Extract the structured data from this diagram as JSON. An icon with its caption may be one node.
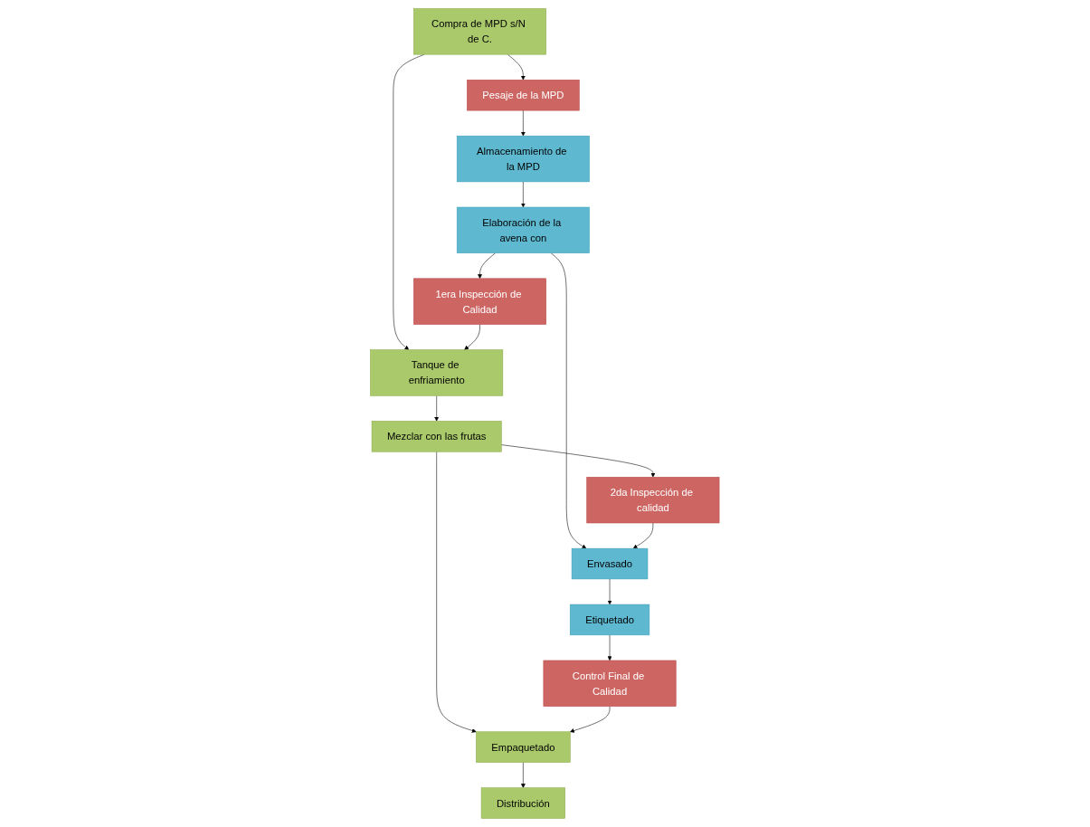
{
  "diagram": {
    "nodes": [
      {
        "text": [
          "Compra de MPD s/N de C."
        ]
      },
      {
        "text": [
          "Pesaje de la MPD"
        ]
      },
      {
        "text": [
          "Almacenamiento de la MPD"
        ]
      },
      {
        "text": [
          "Tanque de enfriamiento"
        ]
      },
      {
        "text": [
          "1era Inspección de Calidad"
        ]
      },
      {
        "text": [
          "Elaboración de la avena con"
        ]
      },
      {
        "text": [
          "Mezclar con las frutas"
        ]
      },
      {
        "text": [
          "2da Inspección de calidad"
        ]
      },
      {
        "text": [
          "Envasado"
        ]
      },
      {
        "text": [
          "Empaquetado"
        ]
      },
      {
        "text": [
          "Control Final de Calidad"
        ]
      },
      {
        "text": [
          "Etiquetado"
        ]
      },
      {
        "text": [
          "Distribución"
        ]
      }
    ],
    "edges": [
      {
        "from": 0,
        "to": 1,
        "arrow": "to"
      },
      {
        "from": 1,
        "to": 2,
        "arrow": "to"
      },
      {
        "from": 0,
        "to": 3,
        "arrow": "to"
      },
      {
        "from": 2,
        "to": 5,
        "arrow": "to"
      },
      {
        "from": 5,
        "to": 4,
        "arrow": "to"
      },
      {
        "from": 4,
        "to": 3,
        "arrow": "to"
      },
      {
        "from": 3,
        "to": 6,
        "arrow": "to"
      },
      {
        "from": 5,
        "to": 8,
        "arrow": "to"
      },
      {
        "from": 6,
        "to": 7,
        "arrow": "to"
      },
      {
        "from": 7,
        "to": 8,
        "arrow": "to"
      },
      {
        "from": 8,
        "to": 11,
        "arrow": "to"
      },
      {
        "from": 6,
        "to": 9,
        "arrow": "to"
      },
      {
        "from": 11,
        "to": 10,
        "arrow": "to"
      },
      {
        "from": 10,
        "to": 9,
        "arrow": "to"
      },
      {
        "from": 9,
        "to": 12,
        "arrow": "to"
      }
    ]
  }
}
